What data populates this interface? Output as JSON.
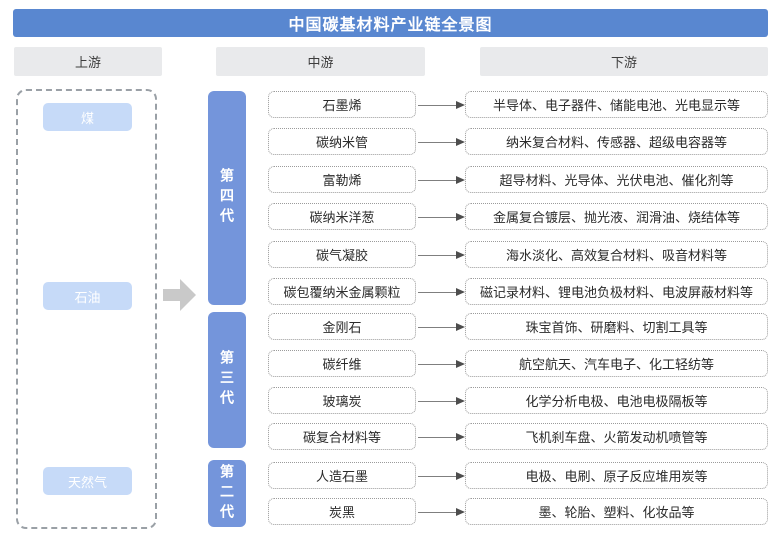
{
  "title": "中国碳基材料产业链全景图",
  "columns": {
    "upstream": "上游",
    "midstream": "中游",
    "downstream": "下游"
  },
  "upstream": {
    "items": [
      "煤",
      "石油",
      "天然气"
    ]
  },
  "generations": [
    {
      "label": "第四代",
      "rows": "1-6"
    },
    {
      "label": "第三代",
      "rows": "7-10"
    },
    {
      "label": "第二代",
      "rows": "11-12"
    }
  ],
  "rows": [
    {
      "material": "石墨烯",
      "applications": "半导体、电子器件、储能电池、光电显示等"
    },
    {
      "material": "碳纳米管",
      "applications": "纳米复合材料、传感器、超级电容器等"
    },
    {
      "material": "富勒烯",
      "applications": "超导材料、光导体、光伏电池、催化剂等"
    },
    {
      "material": "碳纳米洋葱",
      "applications": "金属复合镀层、抛光液、润滑油、烧结体等"
    },
    {
      "material": "碳气凝胶",
      "applications": "海水淡化、高效复合材料、吸音材料等"
    },
    {
      "material": "碳包覆纳米金属颗粒",
      "applications": "磁记录材料、锂电池负极材料、电波屏蔽材料等"
    },
    {
      "material": "金刚石",
      "applications": "珠宝首饰、研磨料、切割工具等"
    },
    {
      "material": "碳纤维",
      "applications": "航空航天、汽车电子、化工轻纺等"
    },
    {
      "material": "玻璃炭",
      "applications": "化学分析电极、电池电极隔板等"
    },
    {
      "material": "碳复合材料等",
      "applications": "飞机刹车盘、火箭发动机喷管等"
    },
    {
      "material": "人造石墨",
      "applications": "电极、电刷、原子反应堆用炭等"
    },
    {
      "material": "炭黑",
      "applications": "墨、轮胎、塑料、化妆品等"
    }
  ],
  "colors": {
    "title_bar": "#5987d0",
    "generation_bar": "#7495db",
    "upstream_item": "#c6daf8",
    "column_header_bg": "#e9eaec",
    "flow_arrow": "#c9c9c9"
  }
}
